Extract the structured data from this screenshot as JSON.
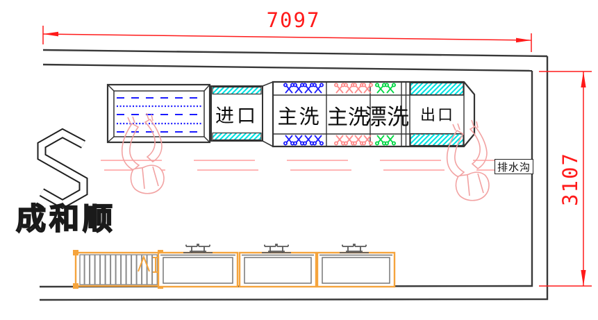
{
  "drawing": {
    "type": "laundry-equipment-floor-plan",
    "dimensions": {
      "overall_width": "7097",
      "overall_height": "3107"
    },
    "machine": {
      "sections": [
        {
          "label": "进口"
        },
        {
          "label": "主洗"
        },
        {
          "label": "主洗"
        },
        {
          "label": "漂洗"
        },
        {
          "label": "出口"
        }
      ],
      "nozzle_counts": {
        "wash1_blue": 4,
        "wash2_pink": 4,
        "rinse_green": 2
      }
    },
    "annotations": {
      "drain_label": "排水沟"
    },
    "logo": {
      "mark_letter": "S",
      "company_name": "成和顺"
    },
    "icons": {
      "spray-nozzle-icon": "x-cross-with-hollow-circles",
      "faucet-icon": "double-tap-on-basin",
      "worker-arms-icon": "sketched-arms-reaching",
      "logo-mark-icon": "hexagonal-S-band",
      "hatch-strip-icon": "diagonal-cyan-hatch"
    },
    "colors": {
      "dimension_red": "#ff1a1a",
      "centerline_pink": "#ff9e9e",
      "hatch_cyan": "#00e3e3",
      "nozzle_blue": "#1a1aff",
      "nozzle_pink": "#ff8a8a",
      "nozzle_green": "#00d944",
      "equipment_orange": "#f5a43c",
      "wall_gray": "#383838"
    }
  }
}
